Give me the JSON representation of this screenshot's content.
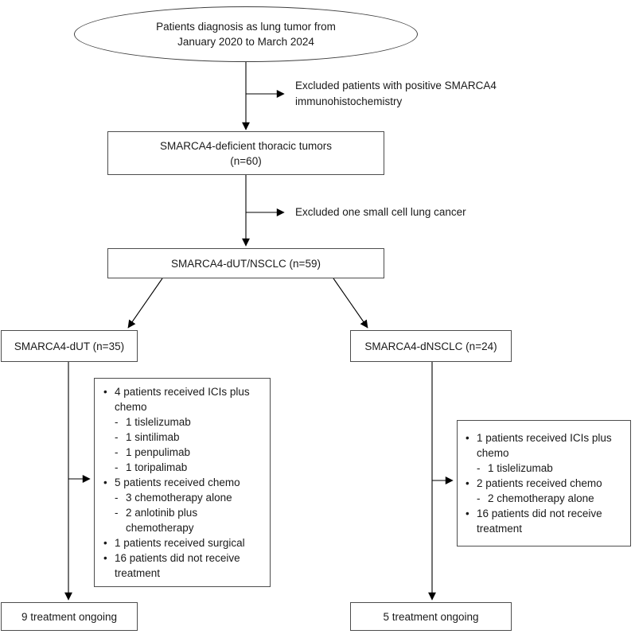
{
  "flowchart": {
    "ellipse": {
      "line1": "Patients diagnosis as lung tumor from",
      "line2": "January 2020 to March 2024"
    },
    "exclusion1": {
      "line1": "Excluded patients with positive SMARCA4",
      "line2": "immunohistochemistry"
    },
    "box_deficient": {
      "line1": "SMARCA4-deficient thoracic tumors",
      "line2": "(n=60)"
    },
    "exclusion2": {
      "text": "Excluded one small cell lung cancer"
    },
    "box_dut_nsclc": {
      "text": "SMARCA4-dUT/NSCLC (n=59)"
    },
    "box_dut": {
      "text": "SMARCA4-dUT (n=35)"
    },
    "box_dnsclc": {
      "text": "SMARCA4-dNSCLC (n=24)"
    },
    "left_treatment": {
      "items": [
        {
          "marker": "•",
          "text": "4 patients received ICIs plus chemo"
        },
        {
          "marker": "-",
          "text": "1 tislelizumab"
        },
        {
          "marker": "-",
          "text": "1 sintilimab"
        },
        {
          "marker": "-",
          "text": "1 penpulimab"
        },
        {
          "marker": "-",
          "text": "1 toripalimab"
        },
        {
          "marker": "•",
          "text": "5 patients received chemo"
        },
        {
          "marker": "-",
          "text": "3 chemotherapy alone"
        },
        {
          "marker": "-",
          "text": "2 anlotinib plus chemotherapy"
        },
        {
          "marker": "•",
          "text": "1 patients received surgical"
        },
        {
          "marker": "•",
          "text": "16 patients did not receive treatment"
        }
      ]
    },
    "right_treatment": {
      "items": [
        {
          "marker": "•",
          "text": "1 patients received ICIs plus chemo"
        },
        {
          "marker": "-",
          "text": "1 tislelizumab"
        },
        {
          "marker": "•",
          "text": "2 patients received chemo"
        },
        {
          "marker": "-",
          "text": "2 chemotherapy alone"
        },
        {
          "marker": "•",
          "text": "16 patients did not receive treatment"
        }
      ]
    },
    "box_left_ongoing": {
      "text": "9 treatment ongoing"
    },
    "box_right_ongoing": {
      "text": "5 treatment ongoing"
    },
    "colors": {
      "line": "#000000",
      "box_border": "#4d4d4d",
      "background": "#ffffff",
      "text": "#1a1a1a"
    }
  }
}
